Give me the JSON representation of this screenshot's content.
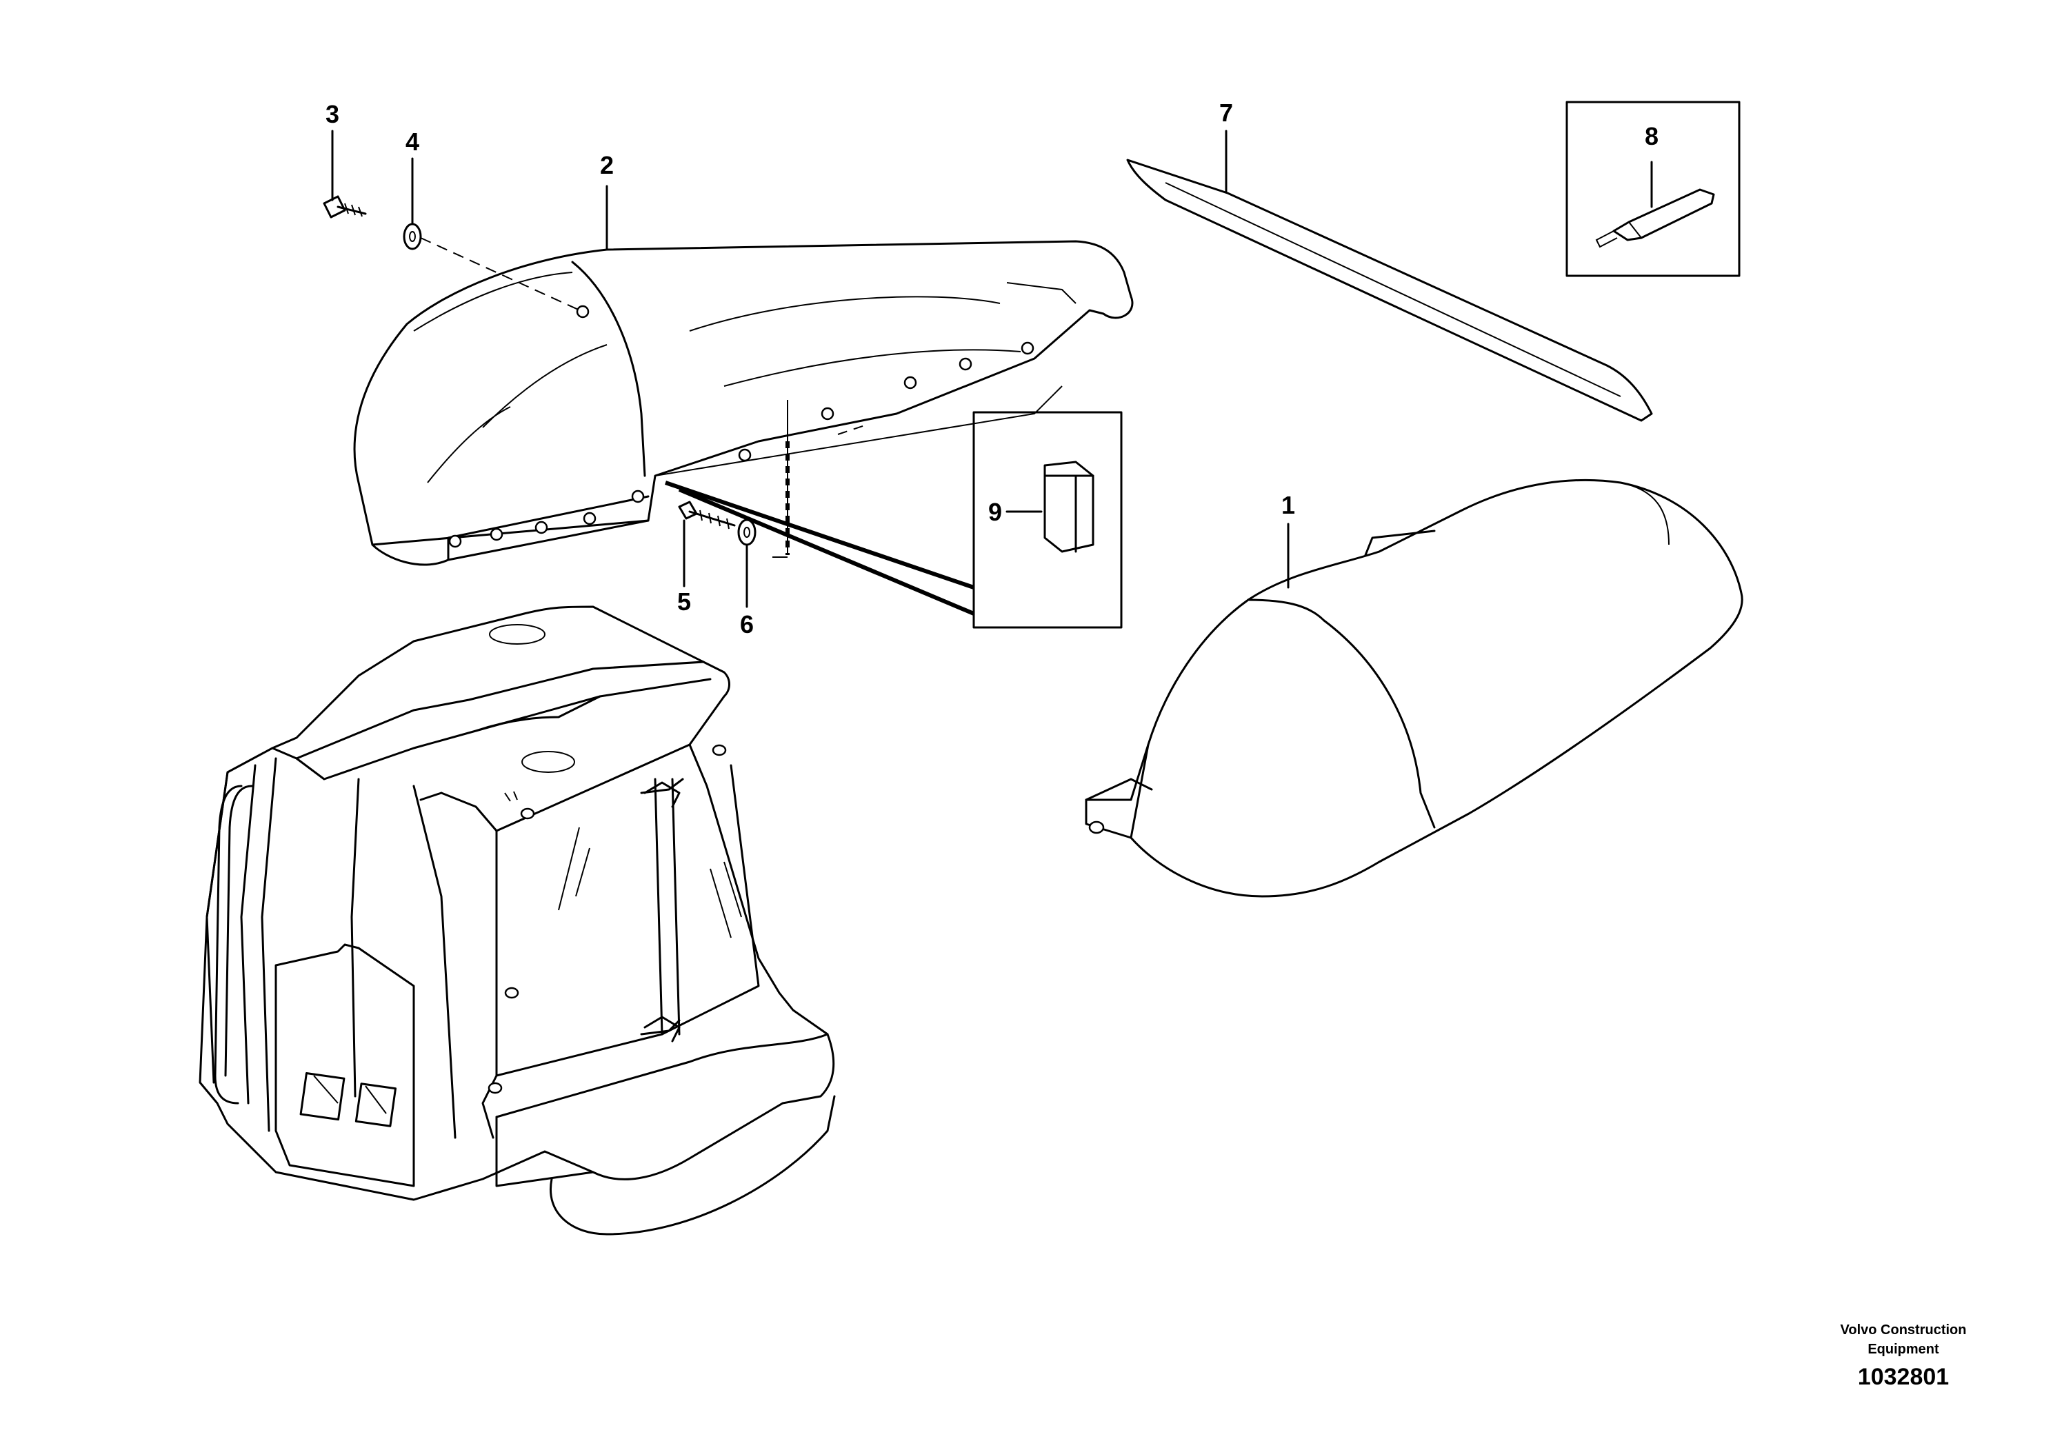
{
  "diagram": {
    "callouts": [
      {
        "id": "1",
        "label": "1"
      },
      {
        "id": "2",
        "label": "2"
      },
      {
        "id": "3",
        "label": "3"
      },
      {
        "id": "4",
        "label": "4"
      },
      {
        "id": "5",
        "label": "5"
      },
      {
        "id": "6",
        "label": "6"
      },
      {
        "id": "7",
        "label": "7"
      },
      {
        "id": "8",
        "label": "8"
      },
      {
        "id": "9",
        "label": "9"
      }
    ]
  },
  "footer": {
    "company_line1": "Volvo Construction",
    "company_line2": "Equipment",
    "drawing_number": "1032801"
  }
}
